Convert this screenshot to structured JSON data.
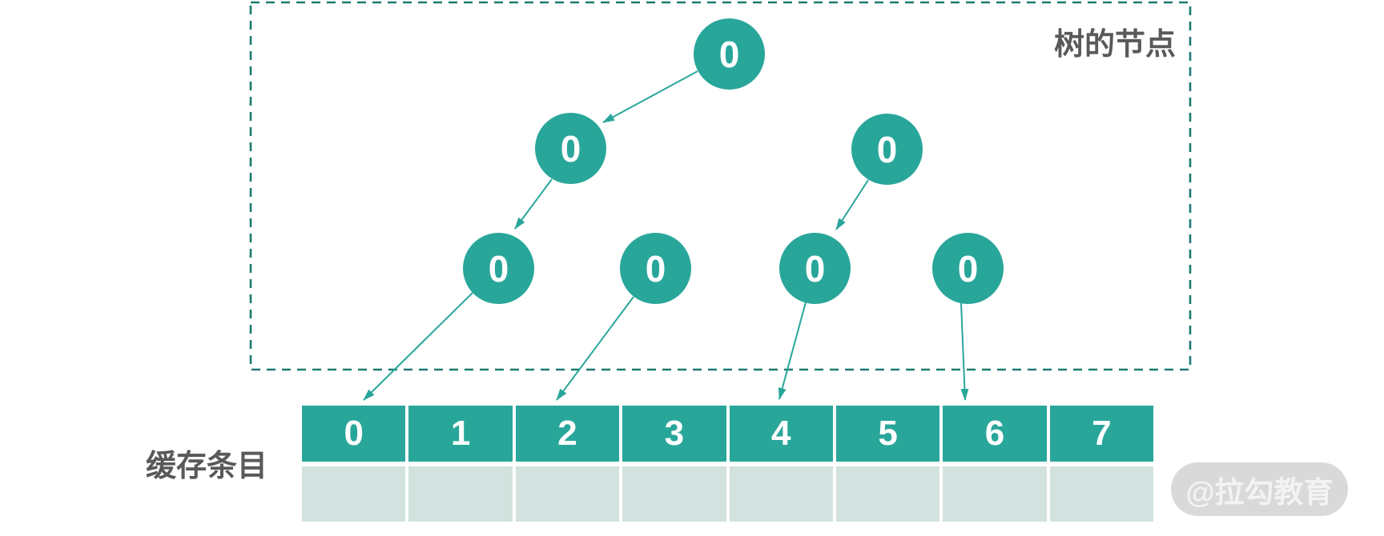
{
  "colors": {
    "teal": "#29a69a",
    "dash_border": "#1c7a70",
    "light_cell": "#d2e2de",
    "label_gray": "#595959",
    "watermark_bg": "#d9d9d9",
    "watermark_text": "#f3f3f3",
    "node_text": "#ffffff"
  },
  "tree_box": {
    "label": "树的节点"
  },
  "tree": {
    "nodes": [
      {
        "id": "root",
        "label": "0"
      },
      {
        "id": "level2-left",
        "label": "0"
      },
      {
        "id": "level2-right",
        "label": "0"
      },
      {
        "id": "level3-1",
        "label": "0"
      },
      {
        "id": "level3-2",
        "label": "0"
      },
      {
        "id": "level3-3",
        "label": "0"
      },
      {
        "id": "level3-4",
        "label": "0"
      }
    ],
    "edges": [
      {
        "from": "root",
        "to": "level2-left"
      },
      {
        "from": "level2-left",
        "to": "level3-1"
      },
      {
        "from": "level2-right",
        "to": "level3-3"
      },
      {
        "from": "level3-1",
        "to": "cache-cell-0"
      },
      {
        "from": "level3-2",
        "to": "cache-cell-2"
      },
      {
        "from": "level3-3",
        "to": "cache-cell-4"
      },
      {
        "from": "level3-4",
        "to": "cache-cell-6"
      }
    ]
  },
  "cache": {
    "label": "缓存条目",
    "cells": [
      "0",
      "1",
      "2",
      "3",
      "4",
      "5",
      "6",
      "7"
    ]
  },
  "watermark": {
    "text": "@拉勾教育"
  }
}
